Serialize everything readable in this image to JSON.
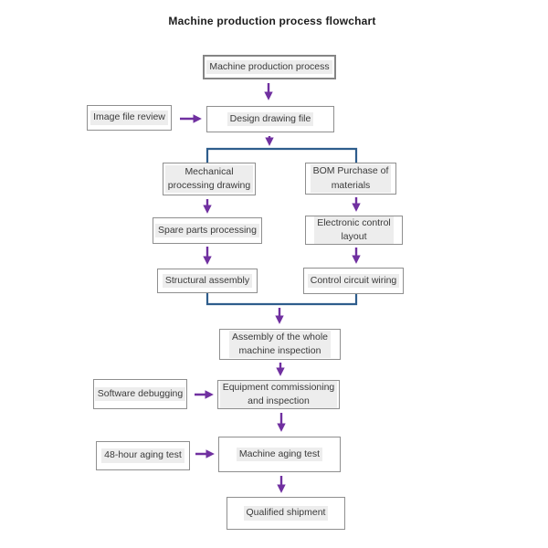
{
  "title": "Machine production process flowchart",
  "colors": {
    "arrow": "#7030A0",
    "bracket": "#2E5D8C",
    "box_border": "#8F8F8F",
    "box_fill": "#FFFFFF",
    "label_highlight": "#EDEDED",
    "label_text": "#3A3A3A",
    "title_text": "#1D1D1D"
  },
  "nodes": {
    "machine_production_process": {
      "label": "Machine production process"
    },
    "image_file_review": {
      "label": "Image file review"
    },
    "design_drawing_file": {
      "label": "Design drawing file"
    },
    "mechanical_processing_drawing": {
      "label": "Mechanical\nprocessing drawing"
    },
    "bom_purchase_of_materials": {
      "label": "BOM Purchase of\nmaterials"
    },
    "spare_parts_processing": {
      "label": "Spare parts processing"
    },
    "electronic_control_layout": {
      "label": "Electronic control\nlayout"
    },
    "structural_assembly": {
      "label": "Structural assembly"
    },
    "control_circuit_wiring": {
      "label": "Control circuit wiring"
    },
    "assembly_of_the_whole_machine_inspection": {
      "label": "Assembly of the whole\nmachine inspection"
    },
    "software_debugging": {
      "label": "Software debugging"
    },
    "equipment_commissioning_and_inspection": {
      "label": "Equipment commissioning\nand inspection"
    },
    "aging_test_48_hour": {
      "label": "48-hour aging test"
    },
    "machine_aging_test": {
      "label": "Machine aging test"
    },
    "qualified_shipment": {
      "label": "Qualified shipment"
    }
  },
  "edges": [
    {
      "from": "machine_production_process",
      "to": "design_drawing_file",
      "style": "arrow"
    },
    {
      "from": "image_file_review",
      "to": "design_drawing_file",
      "style": "arrow"
    },
    {
      "from": "design_drawing_file",
      "to": "mechanical_processing_drawing",
      "style": "split-bracket"
    },
    {
      "from": "design_drawing_file",
      "to": "bom_purchase_of_materials",
      "style": "split-bracket"
    },
    {
      "from": "mechanical_processing_drawing",
      "to": "spare_parts_processing",
      "style": "arrow"
    },
    {
      "from": "bom_purchase_of_materials",
      "to": "electronic_control_layout",
      "style": "arrow"
    },
    {
      "from": "spare_parts_processing",
      "to": "structural_assembly",
      "style": "arrow"
    },
    {
      "from": "electronic_control_layout",
      "to": "control_circuit_wiring",
      "style": "arrow"
    },
    {
      "from": "structural_assembly",
      "to": "assembly_of_the_whole_machine_inspection",
      "style": "merge-bracket"
    },
    {
      "from": "control_circuit_wiring",
      "to": "assembly_of_the_whole_machine_inspection",
      "style": "merge-bracket"
    },
    {
      "from": "assembly_of_the_whole_machine_inspection",
      "to": "equipment_commissioning_and_inspection",
      "style": "arrow"
    },
    {
      "from": "software_debugging",
      "to": "equipment_commissioning_and_inspection",
      "style": "arrow"
    },
    {
      "from": "equipment_commissioning_and_inspection",
      "to": "machine_aging_test",
      "style": "arrow"
    },
    {
      "from": "aging_test_48_hour",
      "to": "machine_aging_test",
      "style": "arrow"
    },
    {
      "from": "machine_aging_test",
      "to": "qualified_shipment",
      "style": "arrow"
    }
  ]
}
